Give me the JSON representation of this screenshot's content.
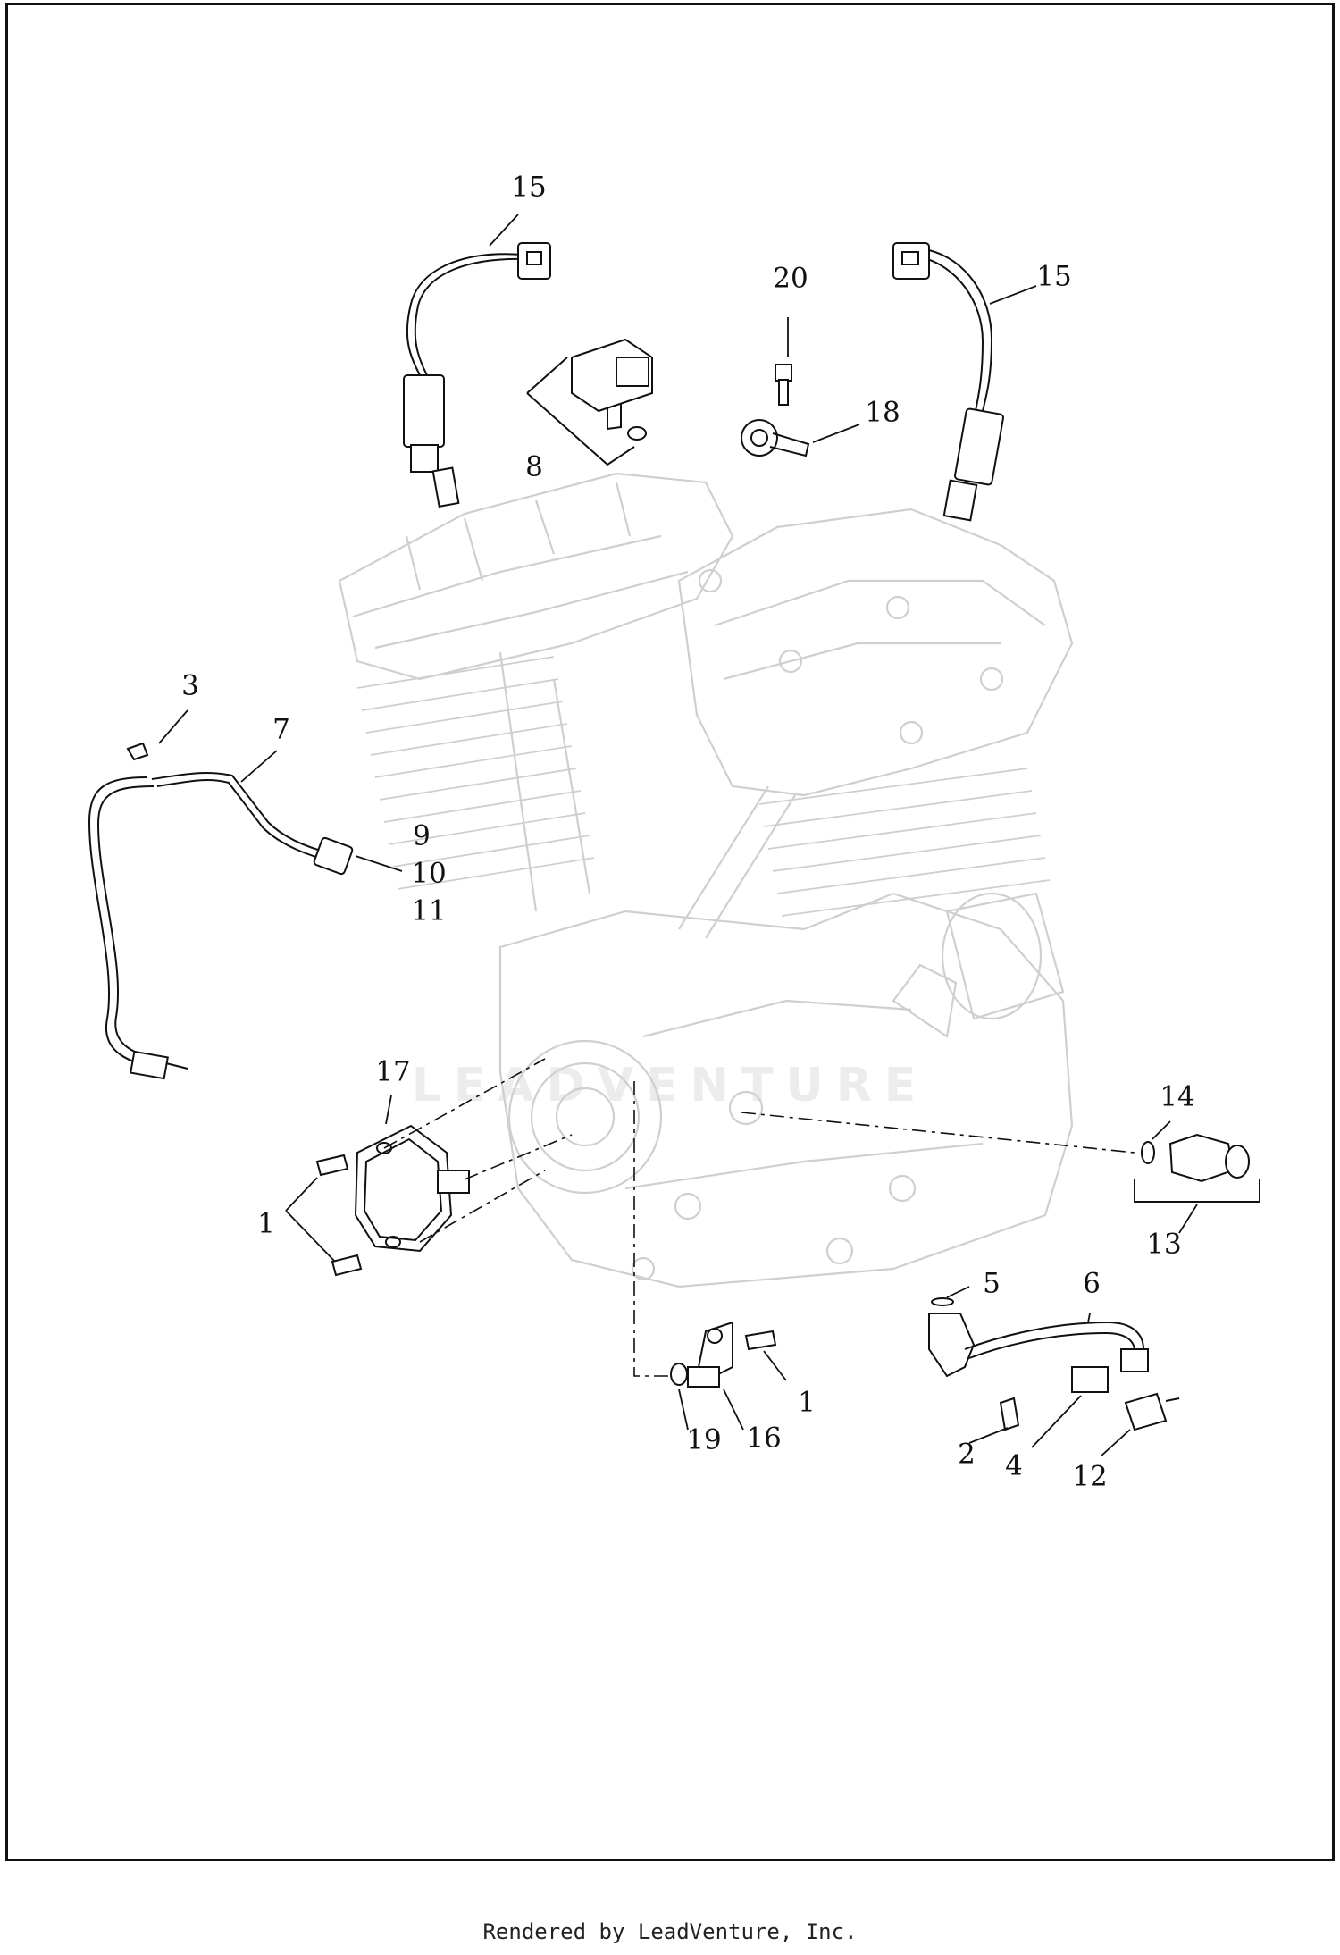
{
  "diagram": {
    "callouts": [
      {
        "id": "c15a",
        "label": "15"
      },
      {
        "id": "c15b",
        "label": "15"
      },
      {
        "id": "c20",
        "label": "20"
      },
      {
        "id": "c18",
        "label": "18"
      },
      {
        "id": "c8",
        "label": "8"
      },
      {
        "id": "c3",
        "label": "3"
      },
      {
        "id": "c7",
        "label": "7"
      },
      {
        "id": "c9",
        "label": "9"
      },
      {
        "id": "c10",
        "label": "10"
      },
      {
        "id": "c11",
        "label": "11"
      },
      {
        "id": "c17",
        "label": "17"
      },
      {
        "id": "c1a",
        "label": "1"
      },
      {
        "id": "c14",
        "label": "14"
      },
      {
        "id": "c13",
        "label": "13"
      },
      {
        "id": "c5",
        "label": "5"
      },
      {
        "id": "c6",
        "label": "6"
      },
      {
        "id": "c1b",
        "label": "1"
      },
      {
        "id": "c19",
        "label": "19"
      },
      {
        "id": "c16",
        "label": "16"
      },
      {
        "id": "c2",
        "label": "2"
      },
      {
        "id": "c4",
        "label": "4"
      },
      {
        "id": "c12",
        "label": "12"
      }
    ],
    "watermark": "LEADVENTURE",
    "line_color": "#111111",
    "engine_color": "#cfcfcf"
  },
  "footer": {
    "text": "Rendered by LeadVenture, Inc."
  }
}
